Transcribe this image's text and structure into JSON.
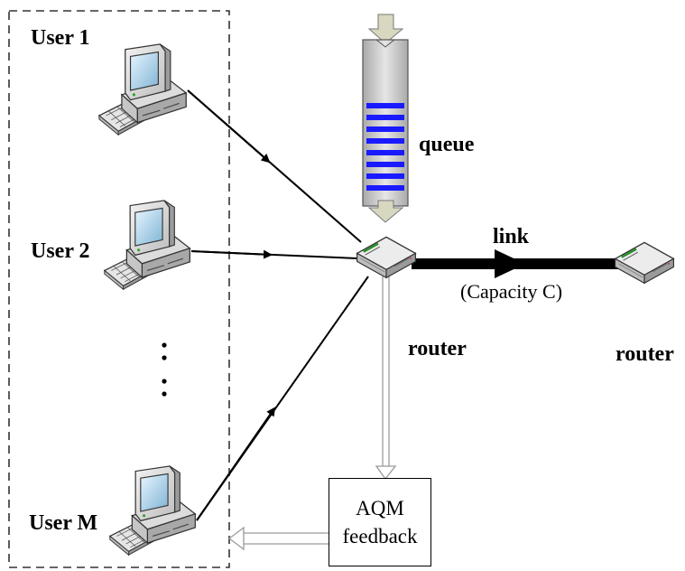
{
  "users": [
    {
      "label": "User 1"
    },
    {
      "label": "User 2"
    },
    {
      "label": "User M"
    }
  ],
  "queue": {
    "label": "queue"
  },
  "link": {
    "label": "link",
    "capacity": "(Capacity C)"
  },
  "routers": [
    {
      "label": "router"
    },
    {
      "label": "router"
    }
  ],
  "aqm": {
    "line1": "AQM",
    "line2": "feedback"
  },
  "colors": {
    "queue_bar": "#1a1aff",
    "queue_body": "#c8c8c8",
    "arrow_fill": "#d8d8c0",
    "line": "#000000"
  },
  "icons": [
    "computer-icon",
    "router-icon"
  ]
}
